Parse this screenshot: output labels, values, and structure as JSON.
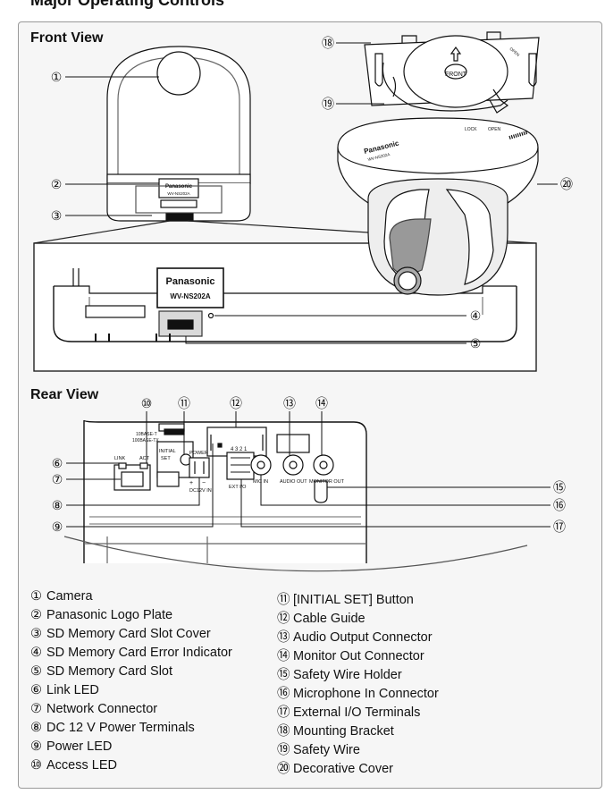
{
  "page": {
    "heading_partial": "Major Operating Controls",
    "front_title": "Front View",
    "rear_title": "Rear View"
  },
  "callouts": [
    "①",
    "②",
    "③",
    "④",
    "⑤",
    "⑥",
    "⑦",
    "⑧",
    "⑨",
    "⑩",
    "⑪",
    "⑫",
    "⑬",
    "⑭",
    "⑮",
    "⑯",
    "⑰",
    "⑱",
    "⑲",
    "⑳"
  ],
  "camera_text": {
    "brand": "Panasonic",
    "model": "WV-NS202A",
    "front_mark": "FRONT",
    "lock": "LOCK",
    "open": "OPEN",
    "port_10base": "10BASE-T",
    "port_100base": "100BASE-TX",
    "link": "LINK",
    "act": "ACT",
    "initial": "INITIAL",
    "set": "SET",
    "power": "POWER",
    "dc_in": "DC12V IN",
    "ext_io": "EXT I/O",
    "terminal_numbers": "4 3 2 1",
    "mic_in": "MIC IN",
    "audio_out": "AUDIO OUT",
    "monitor_out": "MONITOR OUT",
    "plus": "+",
    "minus": "−"
  },
  "legend_left": [
    {
      "num": "①",
      "text": "Camera"
    },
    {
      "num": "②",
      "text": "Panasonic Logo Plate"
    },
    {
      "num": "③",
      "text": "SD Memory Card Slot Cover"
    },
    {
      "num": "④",
      "text": "SD Memory Card Error Indicator"
    },
    {
      "num": "⑤",
      "text": "SD Memory Card Slot"
    },
    {
      "num": "⑥",
      "text": "Link LED"
    },
    {
      "num": "⑦",
      "text": "Network Connector"
    },
    {
      "num": "⑧",
      "text": "DC 12 V Power Terminals"
    },
    {
      "num": "⑨",
      "text": "Power LED"
    },
    {
      "num": "⑩",
      "text": "Access LED"
    }
  ],
  "legend_right": [
    {
      "num": "⑪",
      "text": "[INITIAL SET] Button"
    },
    {
      "num": "⑫",
      "text": "Cable Guide"
    },
    {
      "num": "⑬",
      "text": "Audio Output Connector"
    },
    {
      "num": "⑭",
      "text": "Monitor Out Connector"
    },
    {
      "num": "⑮",
      "text": "Safety Wire Holder"
    },
    {
      "num": "⑯",
      "text": "Microphone In Connector"
    },
    {
      "num": "⑰",
      "text": "External I/O Terminals"
    },
    {
      "num": "⑱",
      "text": "Mounting Bracket"
    },
    {
      "num": "⑲",
      "text": "Safety Wire"
    },
    {
      "num": "⑳",
      "text": "Decorative Cover"
    }
  ]
}
